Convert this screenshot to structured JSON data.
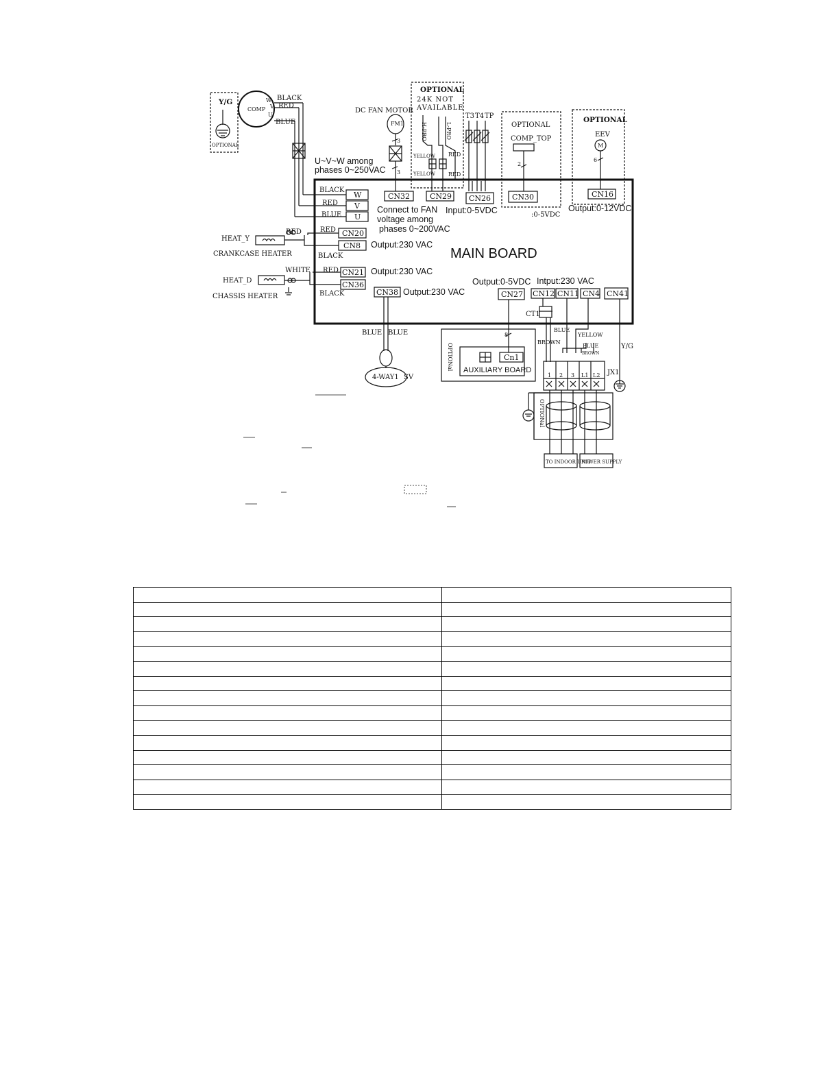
{
  "diagram": {
    "optional_yg": {
      "title": "Y/G",
      "caption": "OPTIONAL"
    },
    "compressor": {
      "label": "COMP",
      "w": "W",
      "v": "V",
      "u": "U",
      "wire_black": "BLACK",
      "wire_red": "RED",
      "wire_blue": "BLUE"
    },
    "uvw_note": [
      "U~V~W among",
      "phases 0~250VAC"
    ],
    "fan_motor": {
      "title": "DC FAN MOTOR",
      "label": "FM1",
      "pin_a": "3",
      "pin_b": "3"
    },
    "optional_24k": {
      "title": "OPTIONAL",
      "line1": "24K NOT",
      "line2": "AVAILABLE",
      "h_pro": "H-PRO",
      "l_pro": "L-PRO",
      "yellow1": "YELLOW",
      "yellow2": "YELLOW",
      "red1": "RED",
      "red2": "RED"
    },
    "sensors": {
      "t3": "T3",
      "t4": "T4",
      "tp": "TP"
    },
    "optional_comp_top": {
      "title": "OPTIONAL",
      "label": "COMP_TOP",
      "pins": "2"
    },
    "optional_eev": {
      "title": "OPTIONAL",
      "label": "EEV",
      "motor": "M",
      "pins": "6"
    },
    "main_board": "MAIN BOARD",
    "connectors": {
      "w": "W",
      "v": "V",
      "u": "U",
      "cn32": "CN32",
      "cn29": "CN29",
      "cn26": "CN26",
      "cn30": "CN30",
      "cn16": "CN16",
      "cn20": "CN20",
      "cn8": "CN8",
      "cn21": "CN21",
      "cn36": "CN36",
      "cn38": "CN38",
      "cn27": "CN27",
      "cn12": "CN12",
      "cn11": "CN11",
      "cn4": "CN4",
      "cn41": "CN41"
    },
    "board_wires": {
      "black1": "BLACK",
      "red1": "RED",
      "blue1": "BLUE",
      "red2": "RED",
      "black2": "BLACK",
      "red3": "RED",
      "black3": "BLACK"
    },
    "notes": {
      "fan": [
        "Connect to FAN",
        "voltage among",
        "phases 0~200VAC"
      ],
      "input_5v": "Input:0-5VDC",
      "comp_top_5v": ":0-5VDC",
      "output_12v": "Output:0-12VDC",
      "cn8_out": "Output:230 VAC",
      "cn21_out": "Output:230 VAC",
      "cn38_out": "Output:230 VAC",
      "cn27_out": "Output:0-5VDC",
      "input_230": "Intput:230 VAC"
    },
    "heaters": {
      "heat_y": "HEAT_Y",
      "crankcase": "CRANKCASE HEATER",
      "red": "RED",
      "heat_d": "HEAT_D",
      "chassis": "CHASSIS HEATER",
      "white": "WHITE"
    },
    "valve": {
      "blue1": "BLUE",
      "blue2": "BLUE",
      "label": "4-WAY1",
      "sv": "SV"
    },
    "aux": {
      "optional": "OPTIONal",
      "pins": "8",
      "cn1": "Cn1",
      "label": "AUXILIARY BOARD"
    },
    "terminal": {
      "ct1": "CT1",
      "brown": "BROWN",
      "blue": "BLUE",
      "yellow": "YELLOW",
      "blue2": "BLUE",
      "brown2": "BROWN",
      "yg": "Y/G",
      "jx1": "JX1",
      "pins": [
        "1",
        "2",
        "3",
        "L1",
        "L2"
      ],
      "optional": "OPTIONal",
      "to_indoor": "TO INDOOR UNIT",
      "power_supply": "POWER SUPPLY"
    }
  },
  "table": {
    "rows": 15,
    "cols": 2
  }
}
